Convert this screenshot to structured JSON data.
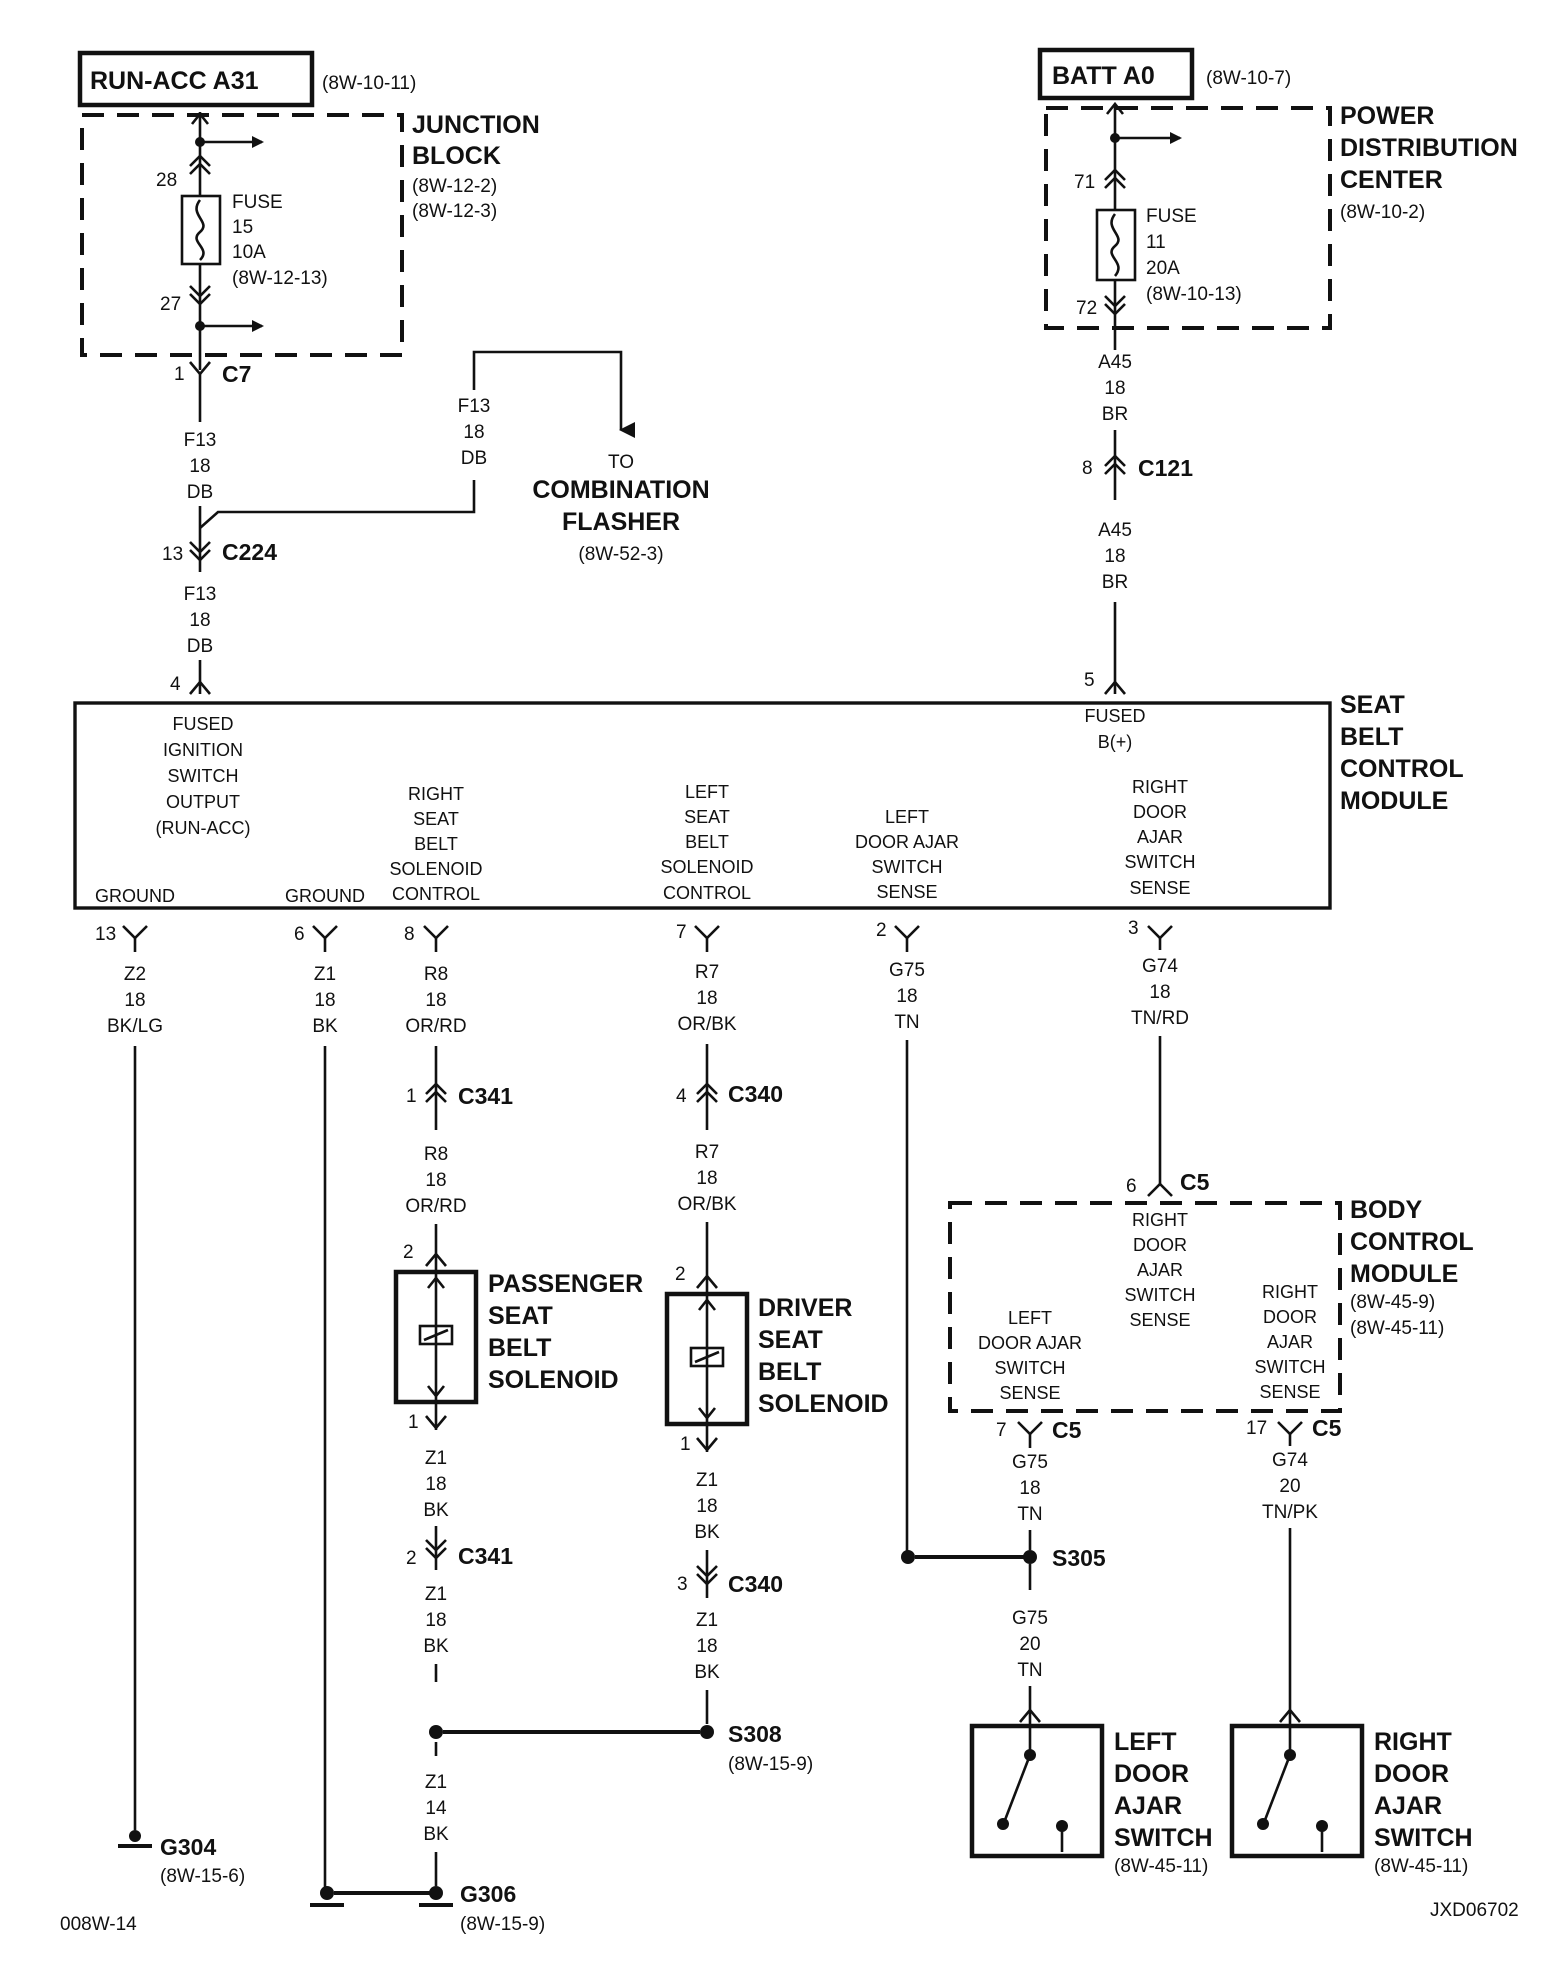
{
  "labels": {
    "run_acc": "RUN-ACC A31",
    "run_acc_ref": "(8W-10-11)",
    "batt": "BATT A0",
    "batt_ref": "(8W-10-7)",
    "jb_title1": "JUNCTION",
    "jb_title2": "BLOCK",
    "jb_ref1": "(8W-12-2)",
    "jb_ref2": "(8W-12-3)",
    "pdc_title1": "POWER",
    "pdc_title2": "DISTRIBUTION",
    "pdc_title3": "CENTER",
    "pdc_ref": "(8W-10-2)",
    "fuse15": [
      "FUSE",
      "15",
      "10A",
      "(8W-12-13)"
    ],
    "fuse11": [
      "FUSE",
      "11",
      "20A",
      "(8W-10-13)"
    ],
    "to_flasher": [
      "TO",
      "COMBINATION",
      "FLASHER",
      "(8W-52-3)"
    ],
    "sbcm_title": [
      "SEAT",
      "BELT",
      "CONTROL",
      "MODULE"
    ],
    "sbcm_fused_ign": [
      "FUSED",
      "IGNITION",
      "SWITCH",
      "OUTPUT",
      "(RUN-ACC)"
    ],
    "sbcm_fused_b": [
      "FUSED",
      "B(+)"
    ],
    "sbcm_ground": "GROUND",
    "sbcm_rsb": [
      "RIGHT",
      "SEAT",
      "BELT",
      "SOLENOID",
      "CONTROL"
    ],
    "sbcm_lsb": [
      "LEFT",
      "SEAT",
      "BELT",
      "SOLENOID",
      "CONTROL"
    ],
    "sbcm_lda": [
      "LEFT",
      "DOOR AJAR",
      "SWITCH",
      "SENSE"
    ],
    "sbcm_rda": [
      "RIGHT",
      "DOOR",
      "AJAR",
      "SWITCH",
      "SENSE"
    ],
    "bcm_title": [
      "BODY",
      "CONTROL",
      "MODULE",
      "(8W-45-9)",
      "(8W-45-11)"
    ],
    "bcm_rda_mid": [
      "RIGHT",
      "DOOR",
      "AJAR",
      "SWITCH",
      "SENSE"
    ],
    "bcm_lda": [
      "LEFT",
      "DOOR AJAR",
      "SWITCH",
      "SENSE"
    ],
    "bcm_rda_right": [
      "RIGHT",
      "DOOR",
      "AJAR",
      "SWITCH",
      "SENSE"
    ],
    "pass_solenoid": [
      "PASSENGER",
      "SEAT",
      "BELT",
      "SOLENOID"
    ],
    "drv_solenoid": [
      "DRIVER",
      "SEAT",
      "BELT",
      "SOLENOID"
    ],
    "left_switch": [
      "LEFT",
      "DOOR",
      "AJAR",
      "SWITCH",
      "(8W-45-11)"
    ],
    "right_switch": [
      "RIGHT",
      "DOOR",
      "AJAR",
      "SWITCH",
      "(8W-45-11)"
    ],
    "footer_left": "008W-14",
    "footer_right": "JXD06702"
  },
  "connectors": {
    "c7": "C7",
    "c224": "C224",
    "c121": "C121",
    "c341": "C341",
    "c340": "C340",
    "c5": "C5"
  },
  "splices": {
    "s305": "S305",
    "s308": "S308",
    "s308_ref": "(8W-15-9)"
  },
  "grounds": {
    "g304": "G304",
    "g304_ref": "(8W-15-6)",
    "g306": "G306",
    "g306_ref": "(8W-15-9)"
  },
  "pins": {
    "p28": "28",
    "p27": "27",
    "p1": "1",
    "p13": "13",
    "p4": "4",
    "p71": "71",
    "p72": "72",
    "p8": "8",
    "p5": "5",
    "p6": "6",
    "p7": "7",
    "p2": "2",
    "p3": "3",
    "p17": "17"
  },
  "wires": {
    "f13": [
      "F13",
      "18",
      "DB"
    ],
    "a45": [
      "A45",
      "18",
      "BR"
    ],
    "z2": [
      "Z2",
      "18",
      "BK/LG"
    ],
    "z1": [
      "Z1",
      "18",
      "BK"
    ],
    "r8": [
      "R8",
      "18",
      "OR/RD"
    ],
    "r7": [
      "R7",
      "18",
      "OR/BK"
    ],
    "g75": [
      "G75",
      "18",
      "TN"
    ],
    "g74": [
      "G74",
      "18",
      "TN/RD"
    ],
    "g75_20": [
      "G75",
      "20",
      "TN"
    ],
    "g74_20": [
      "G74",
      "20",
      "TN/PK"
    ],
    "z1_14": [
      "Z1",
      "14",
      "BK"
    ]
  }
}
